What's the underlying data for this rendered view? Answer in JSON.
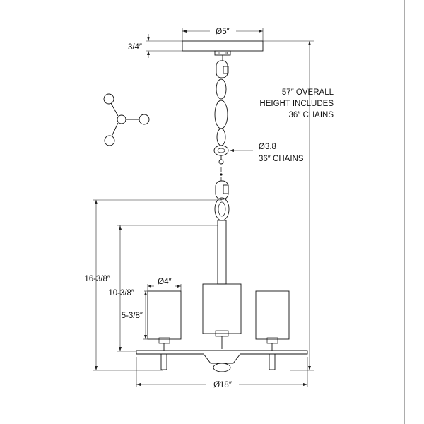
{
  "labels": {
    "canopy_diameter": "Ø5″",
    "canopy_height": "3/4″",
    "overall_height_line1": "57″ OVERALL",
    "overall_height_line2": "HEIGHT INCLUDES",
    "overall_height_line3": "36″ CHAINS",
    "chain_diameter": "Ø3.8",
    "chain_length": "36″ CHAINS",
    "body_height": "16-3/8″",
    "arm_height": "10-3/8″",
    "shade_height": "5-3/8″",
    "shade_diameter": "Ø4″",
    "overall_width": "Ø18″"
  }
}
